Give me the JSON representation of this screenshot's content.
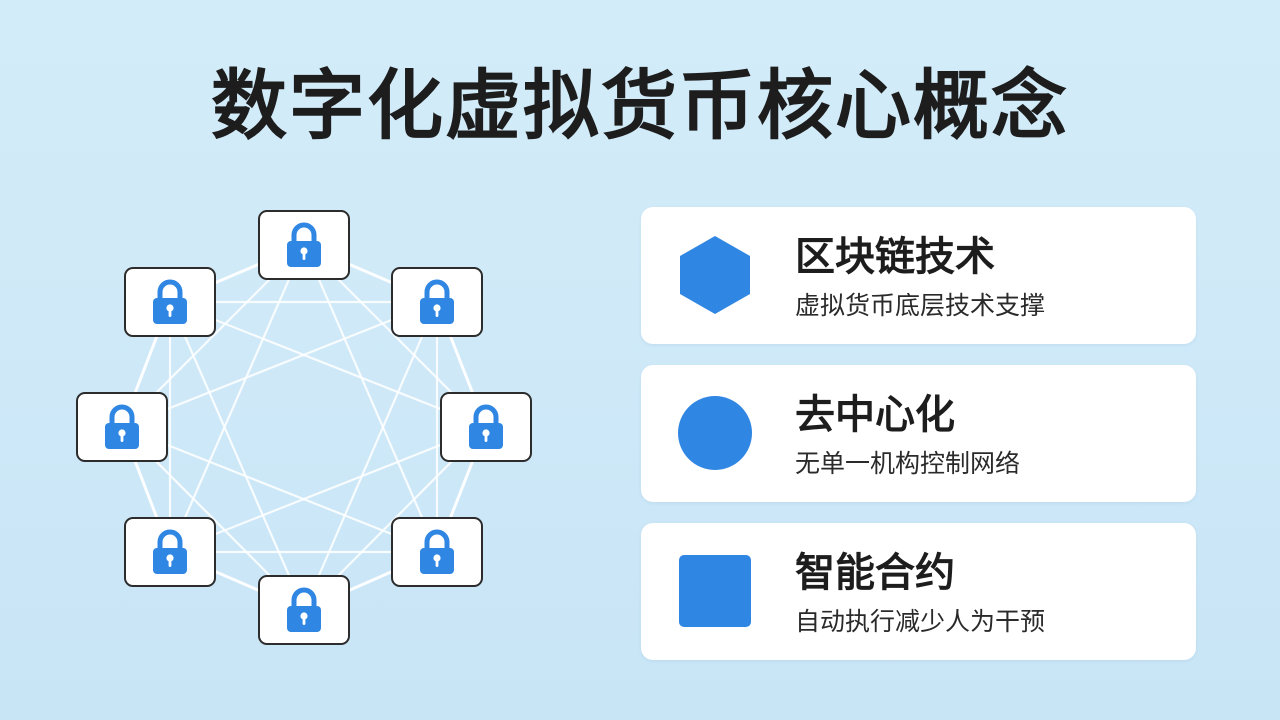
{
  "page": {
    "title": "数字化虚拟货币核心概念"
  },
  "network": {
    "node_count": 8,
    "node_icon": "lock-icon",
    "link_color": "#ffffff",
    "icon_color": "#2f86e3"
  },
  "concepts": [
    {
      "title": "区块链技术",
      "description": "虚拟货币底层技术支撑",
      "icon": "hexagon-icon"
    },
    {
      "title": "去中心化",
      "description": "无单一机构控制网络",
      "icon": "circle-icon"
    },
    {
      "title": "智能合约",
      "description": "自动执行减少人为干预",
      "icon": "square-icon"
    }
  ],
  "colors": {
    "background": "#d0eaf8",
    "accent": "#2f86e3",
    "card": "#ffffff",
    "text": "#1d1d1d"
  }
}
